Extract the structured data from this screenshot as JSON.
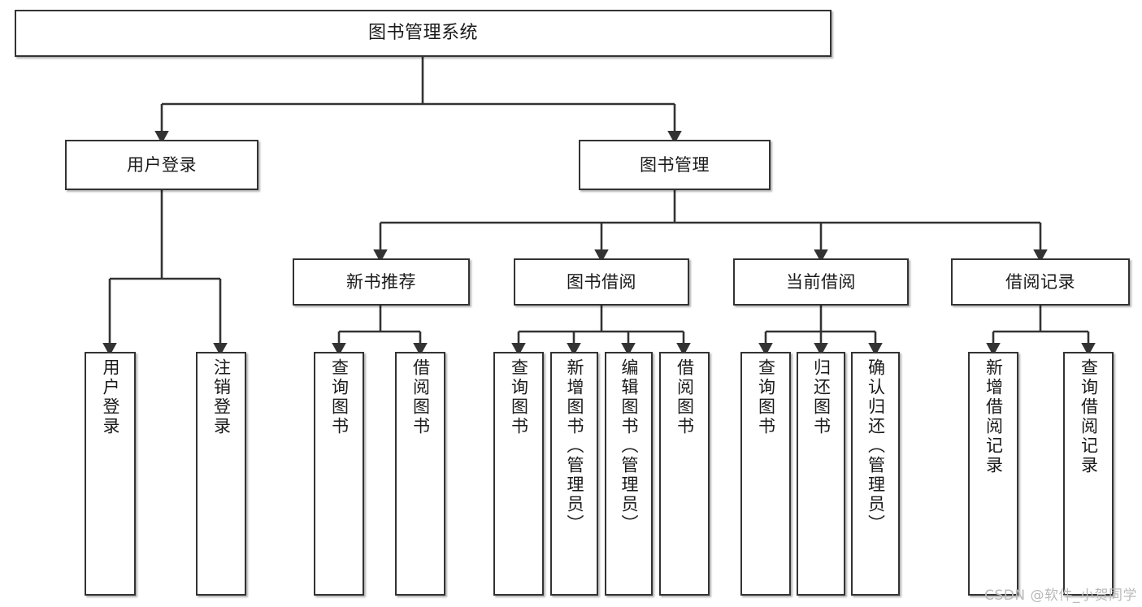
{
  "diagram": {
    "type": "tree-hierarchy",
    "title": "图书管理系统",
    "watermark": "CSDN @软件_小贺同学",
    "colors": {
      "box_border": "#333333",
      "box_fill": "#ffffff",
      "connector": "#333333",
      "text": "#1a1a1a",
      "watermark": "#b9b9b9",
      "background": "#ffffff"
    },
    "levels": {
      "level1": [
        "图书管理系统"
      ],
      "level2": [
        "用户登录",
        "图书管理"
      ],
      "level3": [
        "新书推荐",
        "图书借阅",
        "当前借阅",
        "借阅记录"
      ],
      "level4": [
        "用户登录",
        "注销登录",
        "查询图书",
        "借阅图书",
        "查询图书",
        "新增图书（管理员）",
        "编辑图书（管理员）",
        "借阅图书",
        "查询图书",
        "归还图书",
        "确认归还（管理员）",
        "新增借阅记录",
        "查询借阅记录"
      ]
    },
    "nodes": {
      "root": {
        "label": "图书管理系统"
      },
      "user_login": {
        "label": "用户登录"
      },
      "book_manage": {
        "label": "图书管理"
      },
      "new_book_rec": {
        "label": "新书推荐"
      },
      "book_borrow": {
        "label": "图书借阅"
      },
      "current_borrow": {
        "label": "当前借阅"
      },
      "borrow_record": {
        "label": "借阅记录"
      },
      "leaf_user_login": {
        "label": "用户登录"
      },
      "leaf_logout": {
        "label": "注销登录"
      },
      "leaf_query_book_1": {
        "label": "查询图书"
      },
      "leaf_borrow_book_1": {
        "label": "借阅图书"
      },
      "leaf_query_book_2": {
        "label": "查询图书"
      },
      "leaf_add_book": {
        "label": "新增图书（管理员）"
      },
      "leaf_edit_book": {
        "label": "编辑图书（管理员）"
      },
      "leaf_borrow_book_2": {
        "label": "借阅图书"
      },
      "leaf_query_book_3": {
        "label": "查询图书"
      },
      "leaf_return_book": {
        "label": "归还图书"
      },
      "leaf_confirm_return": {
        "label": "确认归还（管理员）"
      },
      "leaf_add_record": {
        "label": "新增借阅记录"
      },
      "leaf_query_record": {
        "label": "查询借阅记录"
      }
    },
    "edges": [
      {
        "from": "图书管理系统",
        "to": "用户登录"
      },
      {
        "from": "图书管理系统",
        "to": "图书管理"
      },
      {
        "from": "用户登录",
        "to": "用户登录"
      },
      {
        "from": "用户登录",
        "to": "注销登录"
      },
      {
        "from": "图书管理",
        "to": "新书推荐"
      },
      {
        "from": "图书管理",
        "to": "图书借阅"
      },
      {
        "from": "图书管理",
        "to": "当前借阅"
      },
      {
        "from": "图书管理",
        "to": "借阅记录"
      },
      {
        "from": "新书推荐",
        "to": "查询图书"
      },
      {
        "from": "新书推荐",
        "to": "借阅图书"
      },
      {
        "from": "图书借阅",
        "to": "查询图书"
      },
      {
        "from": "图书借阅",
        "to": "新增图书（管理员）"
      },
      {
        "from": "图书借阅",
        "to": "编辑图书（管理员）"
      },
      {
        "from": "图书借阅",
        "to": "借阅图书"
      },
      {
        "from": "当前借阅",
        "to": "查询图书"
      },
      {
        "from": "当前借阅",
        "to": "归还图书"
      },
      {
        "from": "当前借阅",
        "to": "确认归还（管理员）"
      },
      {
        "from": "借阅记录",
        "to": "新增借阅记录"
      },
      {
        "from": "借阅记录",
        "to": "查询借阅记录"
      }
    ]
  }
}
